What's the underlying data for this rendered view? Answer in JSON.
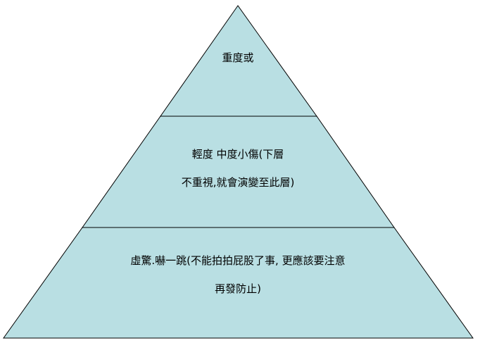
{
  "pyramid": {
    "fill_color": "#b9dfe3",
    "stroke_color": "#000000",
    "tiers": [
      {
        "name": "top",
        "lines": [
          "重度或"
        ]
      },
      {
        "name": "middle",
        "lines": [
          "輕度  中度小傷(下層",
          "不重視,就會演變至此層)"
        ]
      },
      {
        "name": "bottom",
        "lines": [
          "虛驚.嚇一跳(不能拍拍屁股了事, 更應該要注意",
          "再發防止)"
        ]
      }
    ]
  }
}
